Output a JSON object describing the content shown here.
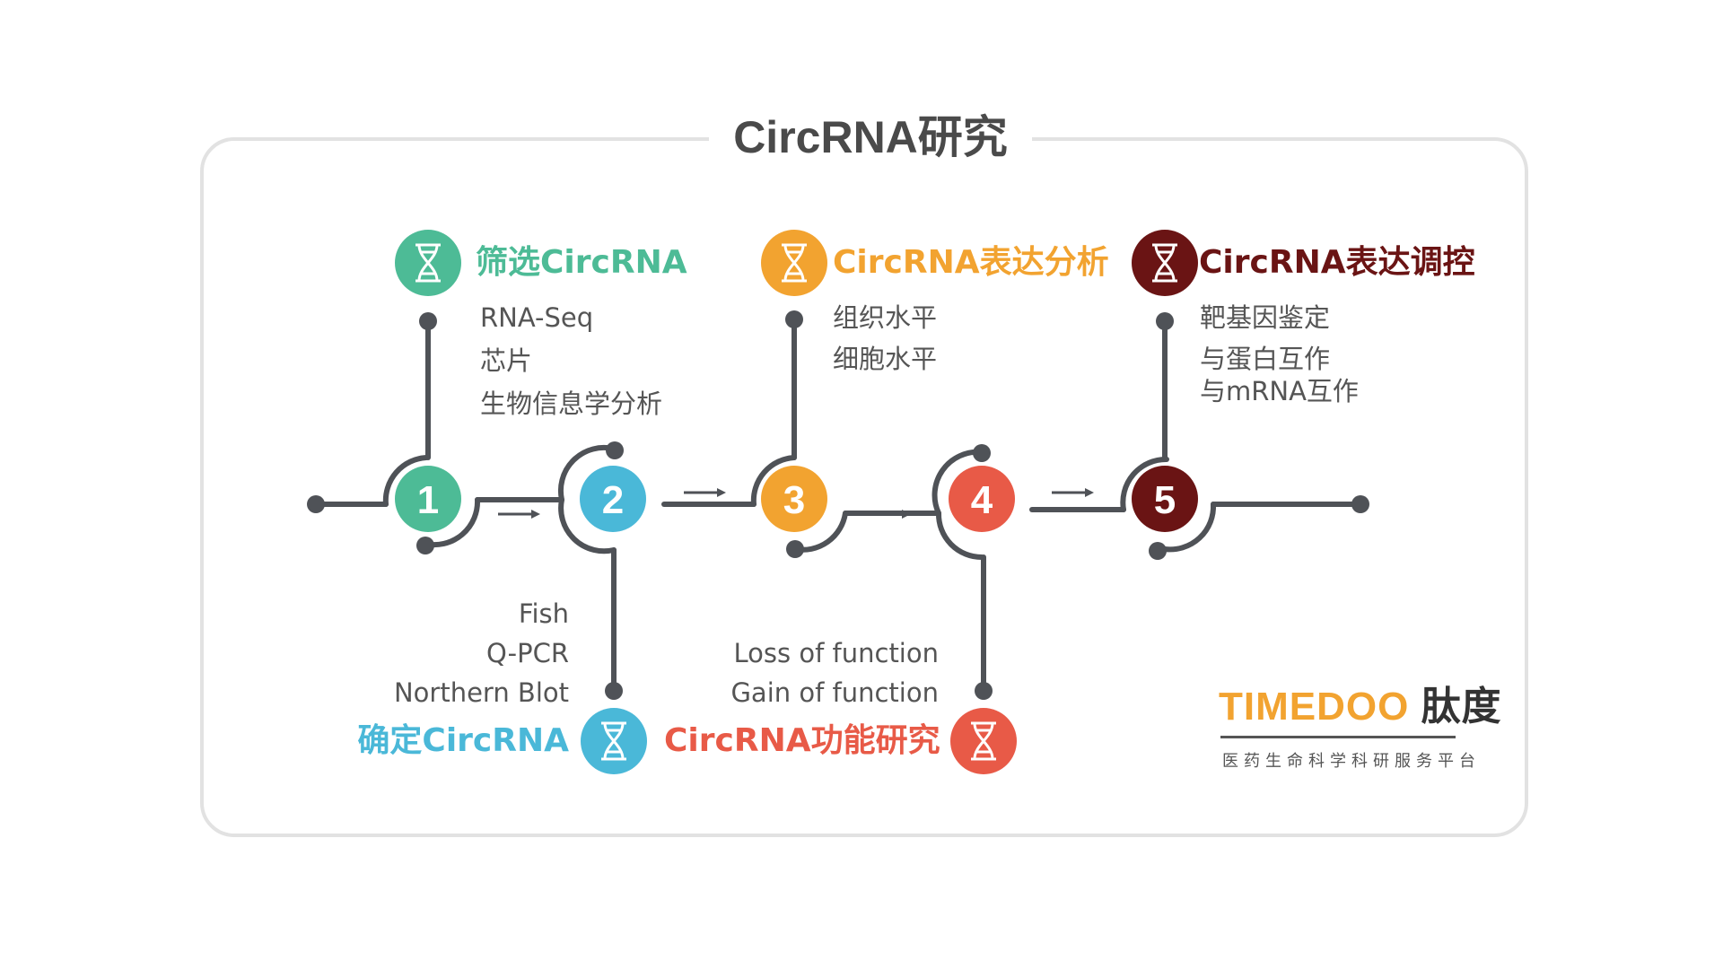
{
  "title": "CircRNA研究",
  "colors": {
    "step1": "#4dbb96",
    "step2": "#4ab8d8",
    "step3": "#f2a330",
    "step4": "#e85a47",
    "step5": "#6a1414",
    "line": "#4f5257",
    "text": "#555555",
    "logo_orange": "#f2a330",
    "logo_dark": "#333333"
  },
  "steps": [
    {
      "number": "1",
      "title": "筛选CircRNA",
      "icon": "dna-icon",
      "items": [
        "RNA-Seq",
        "芯片",
        "生物信息学分析"
      ]
    },
    {
      "number": "2",
      "title": "确定CircRNA",
      "icon": "dna-icon",
      "items": [
        "Fish",
        "Q-PCR",
        "Northern Blot"
      ]
    },
    {
      "number": "3",
      "title": "CircRNA表达分析",
      "icon": "dna-icon",
      "items": [
        "组织水平",
        "细胞水平"
      ]
    },
    {
      "number": "4",
      "title": "CircRNA功能研究",
      "icon": "dna-icon",
      "items": [
        "Loss of function",
        "Gain of function"
      ]
    },
    {
      "number": "5",
      "title": "CircRNA表达调控",
      "icon": "dna-icon",
      "items": [
        "靶基因鉴定",
        "与蛋白互作",
        "与mRNA互作"
      ]
    }
  ],
  "arrows": [
    "arrow-right-icon",
    "arrow-right-icon",
    "arrow-right-icon",
    "arrow-right-icon"
  ],
  "logo": {
    "brand_en": "TIMEDOO",
    "brand_cn": "肽度",
    "tagline": "医药生命科学科研服务平台"
  }
}
